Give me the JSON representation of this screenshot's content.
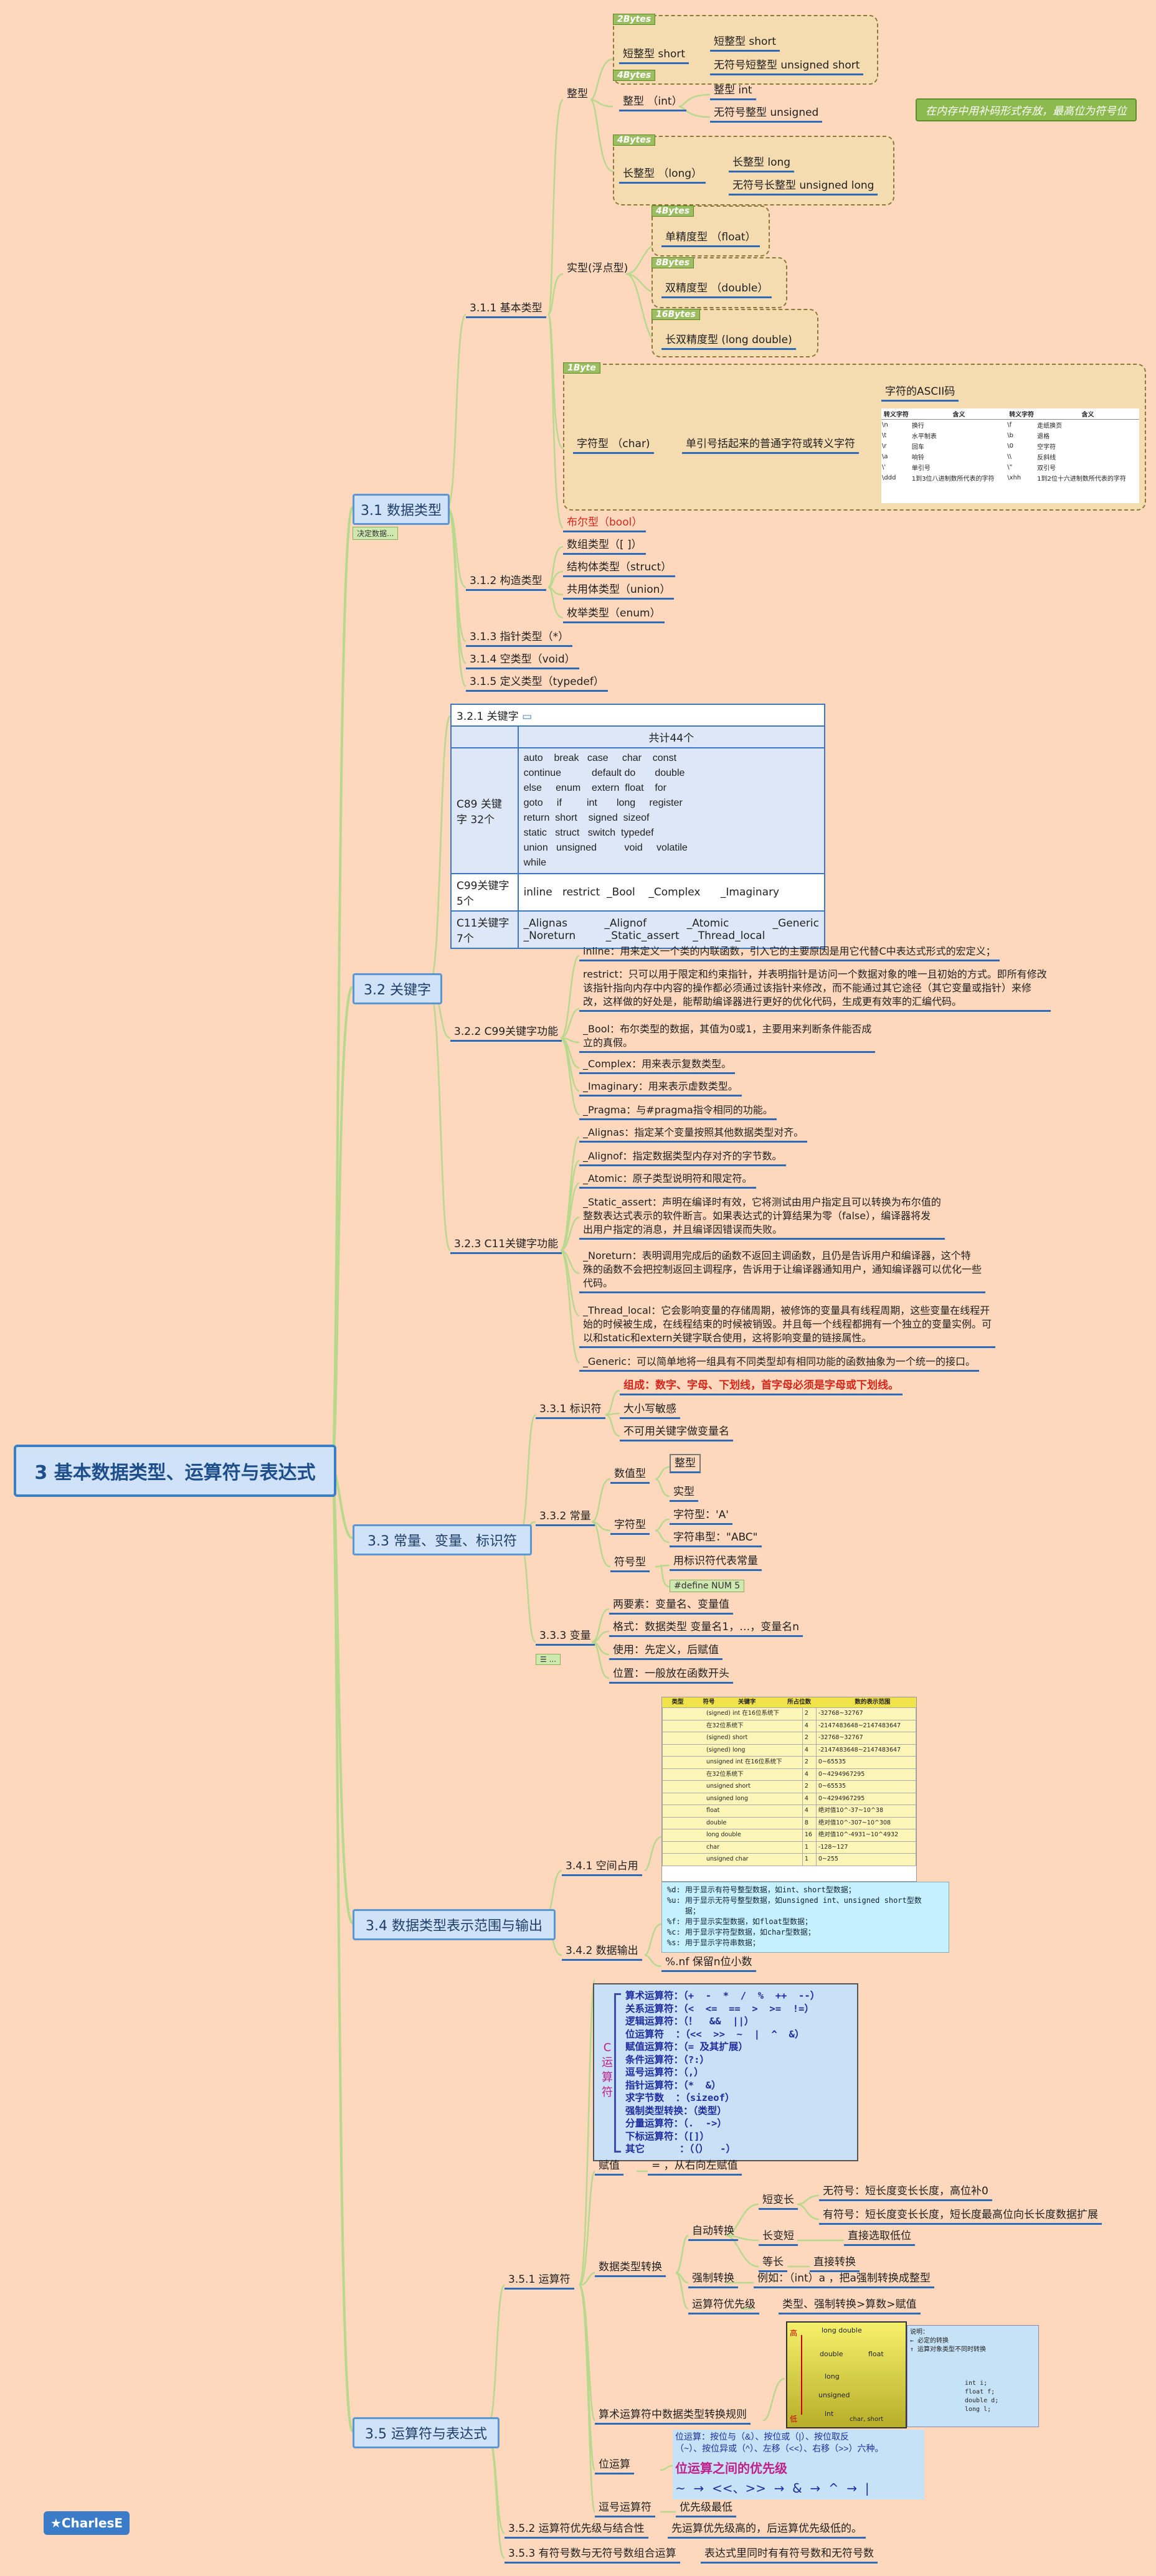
{
  "root": "3 基本数据类型、运算符与表达式",
  "author": "CharlesE",
  "sections": {
    "s31": "3.1 数据类型",
    "s31_note": "决定数据...",
    "s32": "3.2 关键字",
    "s33": "3.3 常量、变量、标识符",
    "s34": "3.4 数据类型表示范围与输出",
    "s35": "3.5 运算符与表达式"
  },
  "s31": {
    "n311": "3.1.1 基本类型",
    "zhengxing": "整型",
    "short_tag": "2Bytes",
    "short": "短整型 short",
    "short_a": "短整型 short",
    "short_b": "无符号短整型 unsigned short",
    "int_tag": "4Bytes",
    "int": "整型 （int）",
    "int_a": "整型 int",
    "int_b": "无符号整型 unsigned",
    "long_tag": "4Bytes",
    "long": "长整型 （long）",
    "long_a": "长整型 long",
    "long_b": "无符号长整型 unsigned long",
    "int_note": "在内存中用补码形式存放，最高位为符号位",
    "shixing": "实型(浮点型)",
    "float_tag": "4Bytes",
    "float": "单精度型 （float）",
    "double_tag": "8Bytes",
    "double": "双精度型 （double）",
    "ldouble_tag": "16Bytes",
    "ldouble": "长双精度型 (long double)",
    "char_tag": "1Byte",
    "char": "字符型 （char)",
    "char_desc": "单引号括起来的普通字符或转义字符",
    "ascii": "字符的ASCII码",
    "ascii_table": {
      "headers": [
        "转义字符",
        "含义",
        "转义字符",
        "含义"
      ],
      "rows": [
        [
          "\\n",
          "换行",
          "\\f",
          "走纸换页"
        ],
        [
          "\\t",
          "水平制表",
          "\\b",
          "退格"
        ],
        [
          "\\r",
          "回车",
          "\\0",
          "空字符"
        ],
        [
          "\\a",
          "响铃",
          "\\\\",
          "反斜线"
        ],
        [
          "\\'",
          "单引号",
          "\\\"",
          "双引号"
        ],
        [
          "\\ddd",
          "1到3位八进制数所代表的字符",
          "\\xhh",
          "1到2位十六进制数所代表的字符"
        ]
      ]
    },
    "bool": "布尔型（bool）",
    "n312": "3.1.2 构造类型",
    "array": "数组类型（[ ]）",
    "struct": "结构体类型（struct）",
    "union": "共用体类型（union）",
    "enum": "枚举类型（enum）",
    "n313": "3.1.3 指针类型（*）",
    "n314": "3.1.4 空类型（void）",
    "n315": "3.1.5 定义类型（typedef）"
  },
  "s32": {
    "n321": "3.2.1 关键字",
    "total": "共计44个",
    "c89_label": "C89 关键字 32个",
    "c89_words": "auto    break   case     char    const\ncontinue           default do       double\nelse     enum    extern  float    for\ngoto     if         int       long     register\nreturn  short    signed  sizeof\nstatic   struct   switch  typedef\nunion   unsigned          void     volatile\nwhile",
    "c99_label": "C99关键字 5个",
    "c99_words": "inline   restrict  _Bool    _Complex      _Imaginary",
    "c11_label": "C11关键字 7个",
    "c11_words": "_Alignas           _Alignof            _Atomic             _Generic\n_Noreturn         _Static_assert    _Thread_local",
    "n322": "3.2.2 C99关键字功能",
    "inline": "inline：用来定义一个类的内联函数，引入它的主要原因是用它代替C中表达式形式的宏定义；",
    "restrict": "restrict：只可以用于限定和约束指针，并表明指针是访问一个数据对象的唯一且初始的方式。即所有修改\n该指针指向内存中内容的操作都必须通过该指针来修改，而不能通过其它途径（其它变量或指针）来修\n改，这样做的好处是，能帮助编译器进行更好的优化代码，生成更有效率的汇编代码。",
    "bool": "_Bool：布尔类型的数据，其值为0或1，主要用来判断条件能否成\n立的真假。",
    "complex": "_Complex：用来表示复数类型。",
    "imaginary": "_Imaginary：用来表示虚数类型。",
    "pragma": "_Pragma：与#pragma指令相同的功能。",
    "n323": "3.2.3 C11关键字功能",
    "alignas": "_Alignas：指定某个变量按照其他数据类型对齐。",
    "alignof": "_Alignof：指定数据类型内存对齐的字节数。",
    "atomic": "_Atomic：原子类型说明符和限定符。",
    "static_assert": "_Static_assert：声明在编译时有效，它将测试由用户指定且可以转换为布尔值的\n整数表达式表示的软件断言。如果表达式的计算结果为零（false），编译器将发\n出用户指定的消息，并且编译因错误而失败。",
    "noreturn": "_Noreturn：表明调用完成后的函数不返回主调函数，且仍是告诉用户和编译器，这个特\n殊的函数不会把控制返回主调程序，告诉用于让编译器通知用户，通知编译器可以优化一些\n代码。",
    "thread_local": "_Thread_local：它会影响变量的存储周期，被修饰的变量具有线程周期，这些变量在线程开\n始的时候被生成，在线程结束的时候被销毁。并且每一个线程都拥有一个独立的变量实例。可\n以和static和extern关键字联合使用，这将影响变量的链接属性。",
    "generic": "_Generic：可以简单地将一组具有不同类型却有相同功能的函数抽象为一个统一的接口。"
  },
  "s33": {
    "n331": "3.3.1 标识符",
    "rule1": "组成：数字、字母、下划线，首字母必须是字母或下划线。",
    "rule2": "大小写敏感",
    "rule3": "不可用关键字做变量名",
    "n332": "3.3.2 常量",
    "num": "数值型",
    "num_a": "整型",
    "num_b": "实型",
    "chr": "字符型",
    "chr_a": "字符型：'A'",
    "chr_b": "字符串型：\"ABC\"",
    "sym": "符号型",
    "sym_a": "用标识符代表常量",
    "define": "#define NUM 5",
    "n333": "3.3.3 变量",
    "var_note": "...",
    "v1": "两要素：变量名、变量值",
    "v2": "格式：数据类型 变量名1，…，变量名n",
    "v3": "使用：先定义，后赋值",
    "v4": "位置：一般放在函数开头"
  },
  "s34": {
    "n341": "3.4.1 空间占用",
    "range_headers": [
      "类型",
      "符号",
      "关键字",
      "所占位数",
      "数的表示范围"
    ],
    "ranges": [
      [
        "(signed) int 在16位系统下",
        "2",
        "-32768~32767"
      ],
      [
        "在32位系统下",
        "4",
        "-2147483648~2147483647"
      ],
      [
        "(signed) short",
        "2",
        "-32768~32767"
      ],
      [
        "(signed) long",
        "4",
        "-2147483648~2147483647"
      ],
      [
        "unsigned int 在16位系统下",
        "2",
        "0~65535"
      ],
      [
        "在32位系统下",
        "4",
        "0~4294967295"
      ],
      [
        "unsigned short",
        "2",
        "0~65535"
      ],
      [
        "unsigned long",
        "4",
        "0~4294967295"
      ],
      [
        "float",
        "4",
        "绝对值10^-37~10^38"
      ],
      [
        "double",
        "8",
        "绝对值10^-307~10^308"
      ],
      [
        "long double",
        "16",
        "绝对值10^-4931~10^4932"
      ],
      [
        "char",
        "1",
        "-128~127"
      ],
      [
        "unsigned char",
        "1",
        "0~255"
      ]
    ],
    "n342": "3.4.2 数据输出",
    "fmt": "%d: 用于显示有符号整型数据，如int、short型数据；\n%u: 用于显示无符号整型数据，如unsigned int、unsigned short型数\n    据；\n%f: 用于显示实型数据，如float型数据；\n%c: 用于显示字符型数据，如char型数据；\n%s: 用于显示字符串数据；",
    "nf": "%.nf 保留n位小数"
  },
  "s35": {
    "op_side": "C运算符",
    "ops": "算术运算符：（+  -  *  /  %  ++  --）\n关系运算符：（<  <=  ==  >  >=  !=）\n逻辑运算符：（！  &&  ||）\n位运算符  ：（<<  >>  ~  |  ^  &）\n赋值运算符：（= 及其扩展）\n条件运算符：（?:）\n逗号运算符：（,）\n指针运算符：（*  &）\n求字节数  ：（sizeof）\n强制类型转换：（类型）\n分量运算符：（.  ->）\n下标运算符：（[]）\n其它      ：（（）  -）",
    "n351": "3.5.1 运算符",
    "assign": "赋值",
    "assign_desc": "= ，从右向左赋值",
    "conv": "数据类型转换",
    "auto": "自动转换",
    "s2l": "短变长",
    "s2l_a": "无符号：短长度变长长度，高位补0",
    "s2l_b": "有符号：短长度变长长度，短长度最高位向长长度数据扩展",
    "l2s": "长变短",
    "l2s_a": "直接选取低位",
    "eq": "等长",
    "eq_a": "直接转换",
    "force": "强制转换",
    "force_ex": "例如：（int）a ，把a强制转换成整型",
    "prio": "运算符优先级",
    "prio_a": "类型、强制转换>算数>赋值",
    "rule_img": "算术运算符中数据类型转换规则",
    "rule_lbl": [
      "高",
      "long double",
      "double",
      "float",
      "long",
      "unsigned",
      "int",
      "低",
      "char, short"
    ],
    "rule_legend": "说明：\n← 必定的转换\n↑ 运算对象类型不同时转换",
    "rule_ex": "int i;\nfloat f;\ndouble d;\nlong l;",
    "bitop": "位运算",
    "bitop_desc": "位运算：按位与（&）、按位或（|）、按位取反\n（~）、按位异或（^）、左移（<<）、右移（>>）六种。",
    "bitop_title": "位运算之间的优先级",
    "bitop_order": "~  →  <<、>>  →  &  →  ^  →  |",
    "comma": "逗号运算符",
    "comma_a": "优先级最低",
    "n352": "3.5.2 运算符优先级与结合性",
    "n352_a": "先运算优先级高的，后运算优先级低的。",
    "n353": "3.5.3 有符号数与无符号数组合运算",
    "n353_a": "表达式里同时有有符号数和无符号数"
  }
}
